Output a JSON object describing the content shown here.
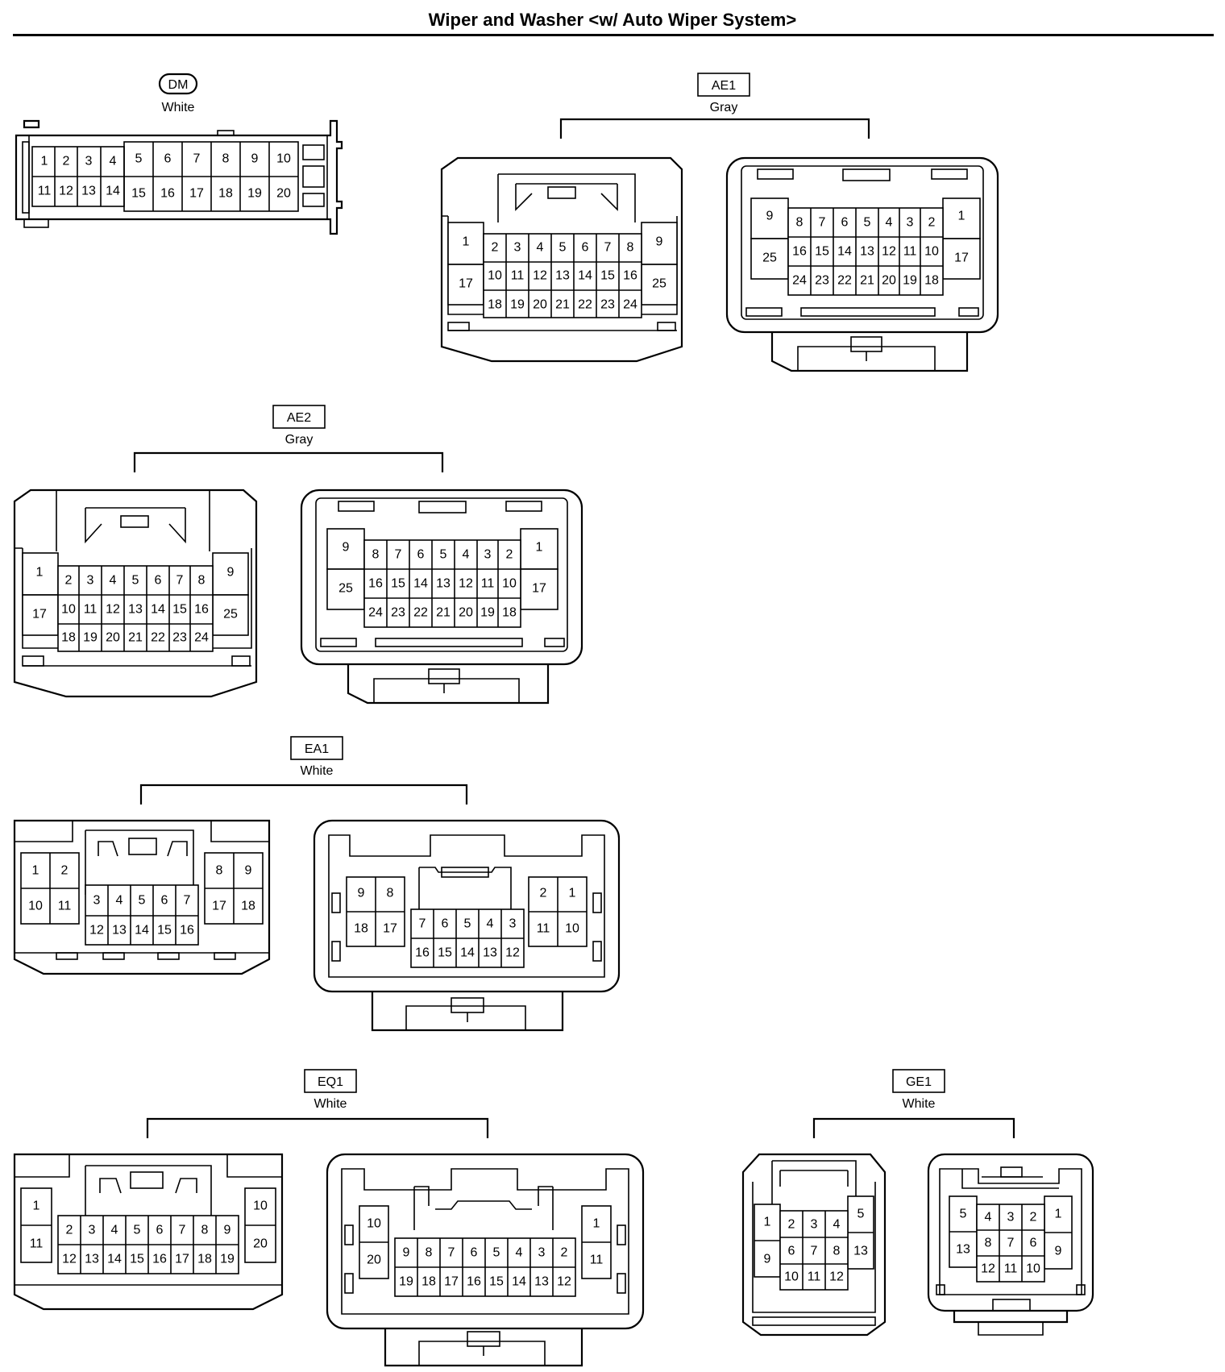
{
  "title": "Wiper and Washer <w/ Auto Wiper System>",
  "connectors": [
    {
      "id": "DM",
      "color": "White"
    },
    {
      "id": "AE1",
      "color": "Gray"
    },
    {
      "id": "AE2",
      "color": "Gray"
    },
    {
      "id": "EA1",
      "color": "White"
    },
    {
      "id": "EQ1",
      "color": "White"
    },
    {
      "id": "GE1",
      "color": "White"
    }
  ]
}
